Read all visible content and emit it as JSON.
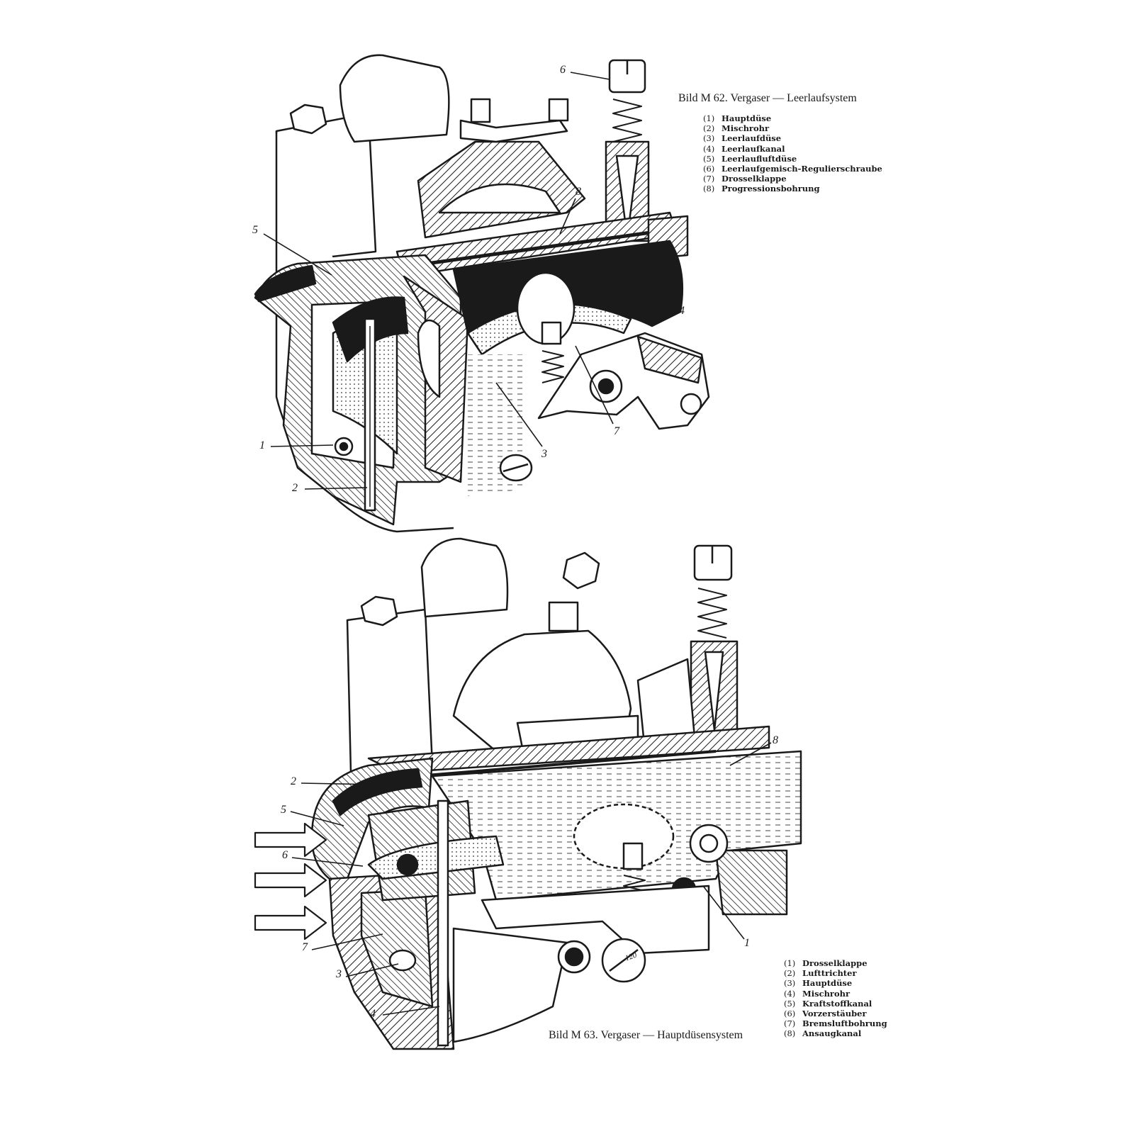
{
  "figures": [
    {
      "title": "Bild M 62. Vergaser — Leerlaufsystem",
      "legend": [
        {
          "num": "(1)",
          "label": "Hauptdüse"
        },
        {
          "num": "(2)",
          "label": "Mischrohr"
        },
        {
          "num": "(3)",
          "label": "Leerlaufdüse"
        },
        {
          "num": "(4)",
          "label": "Leerlaufkanal"
        },
        {
          "num": "(5)",
          "label": "Leerlaufluftdüse"
        },
        {
          "num": "(6)",
          "label": "Leerlaufgemisch-Regulierschraube"
        },
        {
          "num": "(7)",
          "label": "Drosselklappe"
        },
        {
          "num": "(8)",
          "label": "Progressionsbohrung"
        }
      ],
      "callouts": [
        "1",
        "2",
        "3",
        "4",
        "5",
        "6",
        "7",
        "8"
      ]
    },
    {
      "title": "Bild M 63. Vergaser — Hauptdüsensystem",
      "legend": [
        {
          "num": "(1)",
          "label": "Drosselklappe"
        },
        {
          "num": "(2)",
          "label": "Lufttrichter"
        },
        {
          "num": "(3)",
          "label": "Hauptdüse"
        },
        {
          "num": "(4)",
          "label": "Mischrohr"
        },
        {
          "num": "(5)",
          "label": "Kraftstoffkanal"
        },
        {
          "num": "(6)",
          "label": "Vorzerstäuber"
        },
        {
          "num": "(7)",
          "label": "Bremsluftbohrung"
        },
        {
          "num": "(8)",
          "label": "Ansaugkanal"
        }
      ],
      "callouts": [
        "1",
        "2",
        "3",
        "4",
        "5",
        "6",
        "7",
        "8"
      ],
      "jet_marking": "120"
    }
  ],
  "colors": {
    "ink": "#1a1a1a",
    "paper": "#ffffff"
  }
}
